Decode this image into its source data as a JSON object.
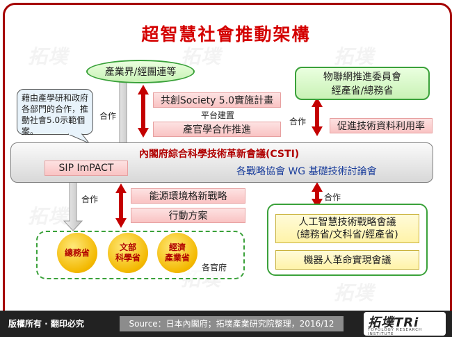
{
  "title": "超智慧社會推動架構",
  "watermark": "拓墣",
  "left_note": "藉由產學研和政府各部門的合作，推動社會5.0示範個案。",
  "industry_oval": "產業界/經團連等",
  "iot_oval": [
    "物聯網推進委員會",
    "經產省/總務省"
  ],
  "cooperate": "合作",
  "boxes": {
    "society5": "共創Society 5.0實施計畫",
    "platform_label": "平台建置",
    "industry_academia": "產官學合作推進",
    "tech_data": "促進技術資料利用率",
    "energy": "能源環境格新戰略",
    "action_plan": "行動方案"
  },
  "csti": {
    "title": "內閣府綜合科學技術革新會議(CSTI)",
    "sip": "SIP  ImPACT",
    "sub": "各戰略協會 WG 基礎技術討論會"
  },
  "ministries": {
    "m1": "總務省",
    "m2_l1": "文部",
    "m2_l2": "科學省",
    "m3_l1": "經濟",
    "m3_l2": "產業省",
    "other": "各官府"
  },
  "ai": {
    "line1": "人工智慧技術戰略會議",
    "line2": "(總務省/文科省/經產省)",
    "robot": "機器人革命實現會議"
  },
  "footer": {
    "rights": "版權所有 · 翻印必究",
    "source": "Source：日本內閣府；拓墣產業研究院整理，2016/12",
    "logo": "拓墣TRi",
    "logo_sub": "TOPOLOGY RESEARCH INSTITUTE"
  },
  "colors": {
    "accent": "#d40000",
    "border": "#a40000",
    "green": "#3aa13a"
  }
}
